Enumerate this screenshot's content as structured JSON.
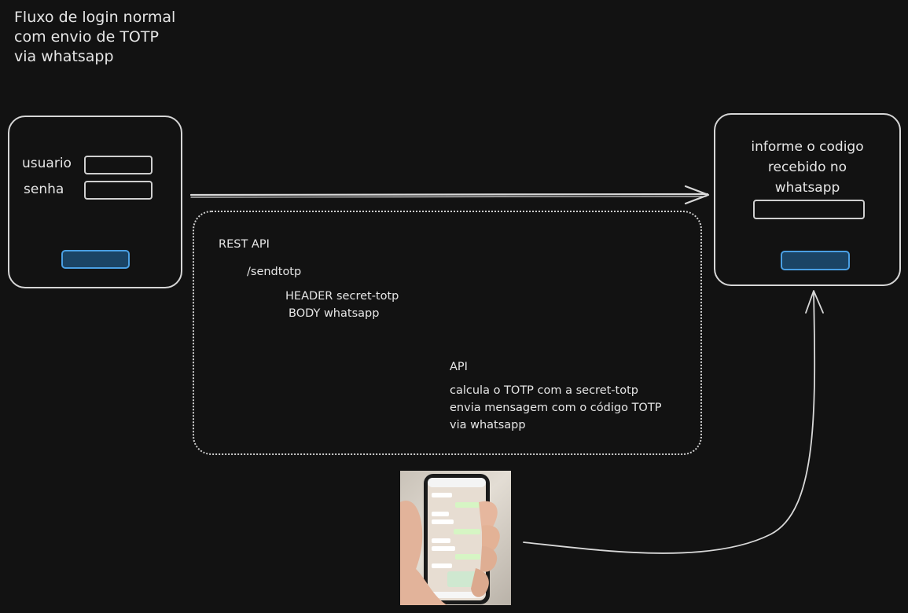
{
  "title": "Fluxo de login normal\ncom envio de TOTP\nvia whatsapp",
  "login_screen": {
    "user_label": "usuario",
    "password_label": "senha"
  },
  "totp_screen": {
    "prompt": "informe o codigo\nrecebido no\nwhatsapp"
  },
  "rest_api": {
    "heading": "REST API",
    "endpoint": "/sendtotp",
    "header_line": "HEADER secret-totp",
    "body_line": "BODY whatsapp"
  },
  "api_notes": {
    "heading": "API",
    "lines": "calcula o TOTP com a secret-totp\nenvia mensagem com o código TOTP\nvia whatsapp"
  },
  "phone_image": {
    "description_icon": "smartphone-whatsapp-photo"
  },
  "colors": {
    "background": "#121212",
    "button_fill": "#1b4465",
    "button_border": "#4a9fe3",
    "stroke": "#d6d6d6"
  }
}
